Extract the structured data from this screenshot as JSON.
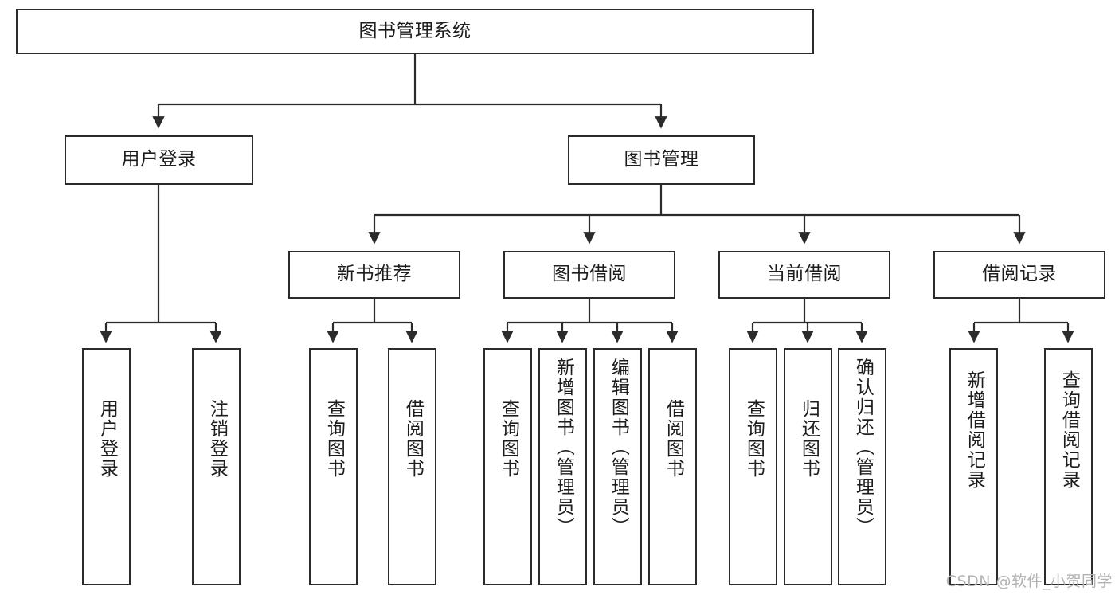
{
  "diagram": {
    "type": "tree-hierarchy",
    "title": "图书管理系统",
    "watermark": "CSDN @软件_小贺同学",
    "colors": {
      "stroke": "#2b2b2b",
      "fill": "#ffffff",
      "text": "#1d1d1d",
      "watermark": "#b3b3b3"
    },
    "nodes": {
      "root": {
        "label": "图书管理系统",
        "level": 1
      },
      "l2": [
        {
          "id": "user-login",
          "label": "用户登录",
          "level": 2
        },
        {
          "id": "book-manage",
          "label": "图书管理",
          "level": 2
        }
      ],
      "l3": [
        {
          "id": "new-book-recommend",
          "label": "新书推荐",
          "level": 3
        },
        {
          "id": "book-borrow",
          "label": "图书借阅",
          "level": 3
        },
        {
          "id": "current-borrow",
          "label": "当前借阅",
          "level": 3
        },
        {
          "id": "borrow-record",
          "label": "借阅记录",
          "level": 3
        }
      ],
      "leaves": [
        {
          "id": "leaf-user-login",
          "label": "用户登录",
          "parent": "user-login",
          "size": "short"
        },
        {
          "id": "leaf-logout-login",
          "label": "注销登录",
          "parent": "user-login",
          "size": "short"
        },
        {
          "id": "leaf-query-book-1",
          "label": "查询图书",
          "parent": "new-book-recommend",
          "size": "short"
        },
        {
          "id": "leaf-borrow-book-1",
          "label": "借阅图书",
          "parent": "new-book-recommend",
          "size": "short"
        },
        {
          "id": "leaf-query-book-2",
          "label": "查询图书",
          "parent": "book-borrow",
          "size": "short"
        },
        {
          "id": "leaf-add-book",
          "label": "新增图书（管理员）",
          "parent": "book-borrow",
          "size": "long"
        },
        {
          "id": "leaf-edit-book",
          "label": "编辑图书（管理员）",
          "parent": "book-borrow",
          "size": "long"
        },
        {
          "id": "leaf-borrow-book-2",
          "label": "借阅图书",
          "parent": "book-borrow",
          "size": "short"
        },
        {
          "id": "leaf-query-book-3",
          "label": "查询图书",
          "parent": "current-borrow",
          "size": "short"
        },
        {
          "id": "leaf-return-book",
          "label": "归还图书",
          "parent": "current-borrow",
          "size": "short"
        },
        {
          "id": "leaf-confirm-return",
          "label": "确认归还（管理员）",
          "parent": "current-borrow",
          "size": "long"
        },
        {
          "id": "leaf-add-record",
          "label": "新增借阅记录",
          "parent": "borrow-record",
          "size": "mid"
        },
        {
          "id": "leaf-query-record",
          "label": "查询借阅记录",
          "parent": "borrow-record",
          "size": "mid"
        }
      ]
    }
  }
}
